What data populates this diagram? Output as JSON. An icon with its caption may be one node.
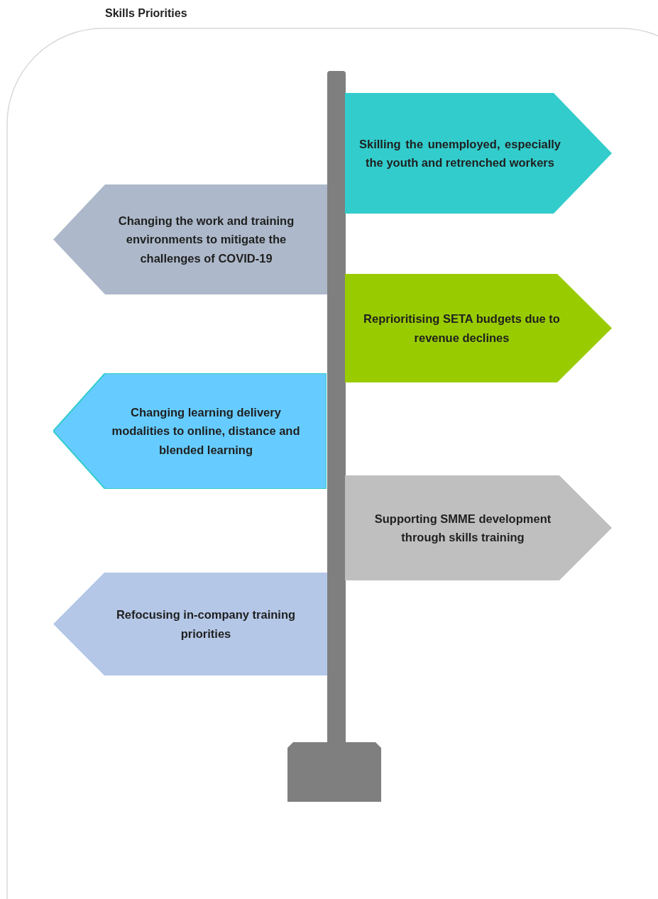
{
  "diagram": {
    "title": "Skills Priorities",
    "nodes": [
      {
        "text": [
          "Skilling the unemployed, especially the youth and retrenched workers"
        ]
      },
      {
        "text": [
          "Changing the work and training environments to mitigate the challenges of COVID-19"
        ]
      },
      {
        "text": [
          "Reprioritising SETA budgets due to revenue declines"
        ]
      },
      {
        "text": [
          "Changing learning delivery modalities to online, distance and blended learning"
        ]
      },
      {
        "text": [
          "Supporting SMME development through skills training"
        ]
      },
      {
        "text": [
          "Refocusing in-company training priorities"
        ]
      }
    ],
    "edges": []
  }
}
